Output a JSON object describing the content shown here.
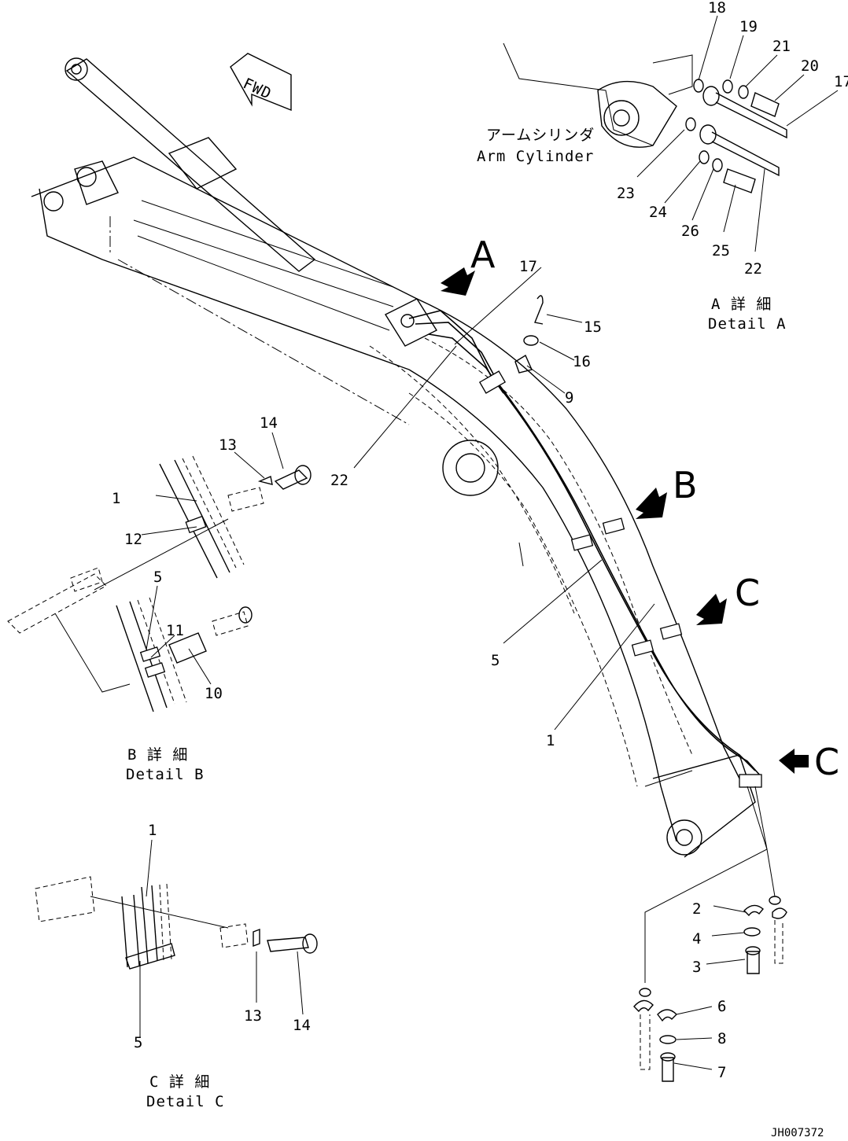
{
  "drawing_id": "JH007372",
  "fwd_label": "FWD",
  "detail_a": {
    "marker": "A",
    "caption_jp": "A 詳 細",
    "caption_en": "Detail A",
    "arm_cylinder_jp": "アームシリンダ",
    "arm_cylinder_en": "Arm Cylinder"
  },
  "detail_b": {
    "marker": "B",
    "caption_jp": "B 詳 細",
    "caption_en": "Detail B"
  },
  "detail_c": {
    "marker": "C",
    "caption_jp": "C 詳 細",
    "caption_en": "Detail C"
  },
  "part_numbers": {
    "p1": "1",
    "p2": "2",
    "p3": "3",
    "p4": "4",
    "p5": "5",
    "p6": "6",
    "p7": "7",
    "p8": "8",
    "p9": "9",
    "p10": "10",
    "p11": "11",
    "p12": "12",
    "p13": "13",
    "p14": "14",
    "p15": "15",
    "p16": "16",
    "p17": "17",
    "p18": "18",
    "p19": "19",
    "p20": "20",
    "p21": "21",
    "p22": "22",
    "p23": "23",
    "p24": "24",
    "p25": "25",
    "p26": "26"
  }
}
